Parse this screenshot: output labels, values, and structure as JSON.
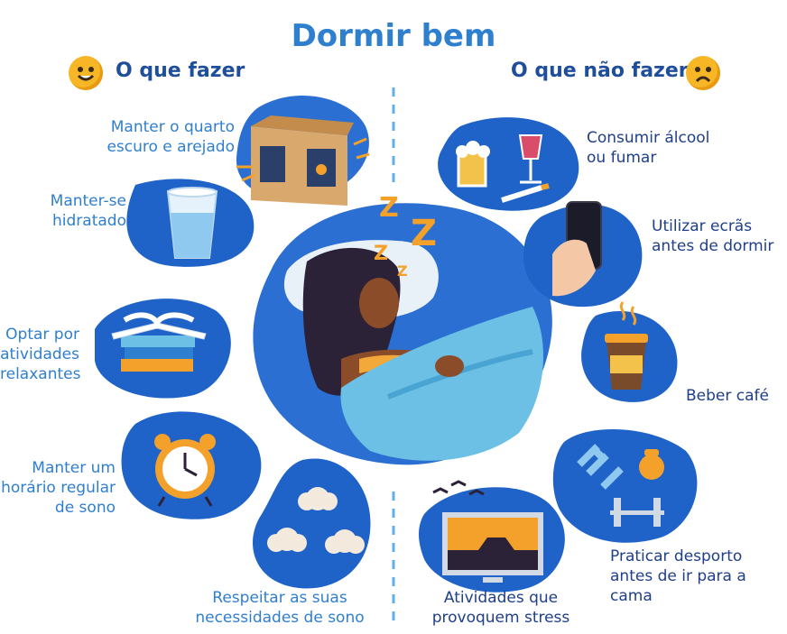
{
  "title": "Dormir bem",
  "do_header": "O que fazer",
  "dont_header": "O que não fazer",
  "do_items": [
    {
      "label": "Manter o quarto\nescuro e arejado"
    },
    {
      "label": "Manter-se\nhidratado"
    },
    {
      "label": "Optar por\natividades\nrelaxantes"
    },
    {
      "label": "Manter um\nhorário regular\nde sono"
    },
    {
      "label": "Respeitar as suas\nnecessidades de sono"
    }
  ],
  "dont_items": [
    {
      "label": "Consumir álcool\nou fumar"
    },
    {
      "label": "Utilizar ecrãs\nantes de dormir"
    },
    {
      "label": "Beber café"
    },
    {
      "label": "Praticar desporto\nantes de ir para a cama"
    },
    {
      "label": "Atividades que\nprovoquem stress"
    }
  ],
  "icons": {
    "happy": "happy-face-icon",
    "sad": "sad-face-icon",
    "sleep": "zzz-icon"
  },
  "colors": {
    "title": "#2f7fcf",
    "header": "#1f4e9a",
    "blob": "#1f63c8",
    "light_blob": "#5fb0e6"
  }
}
